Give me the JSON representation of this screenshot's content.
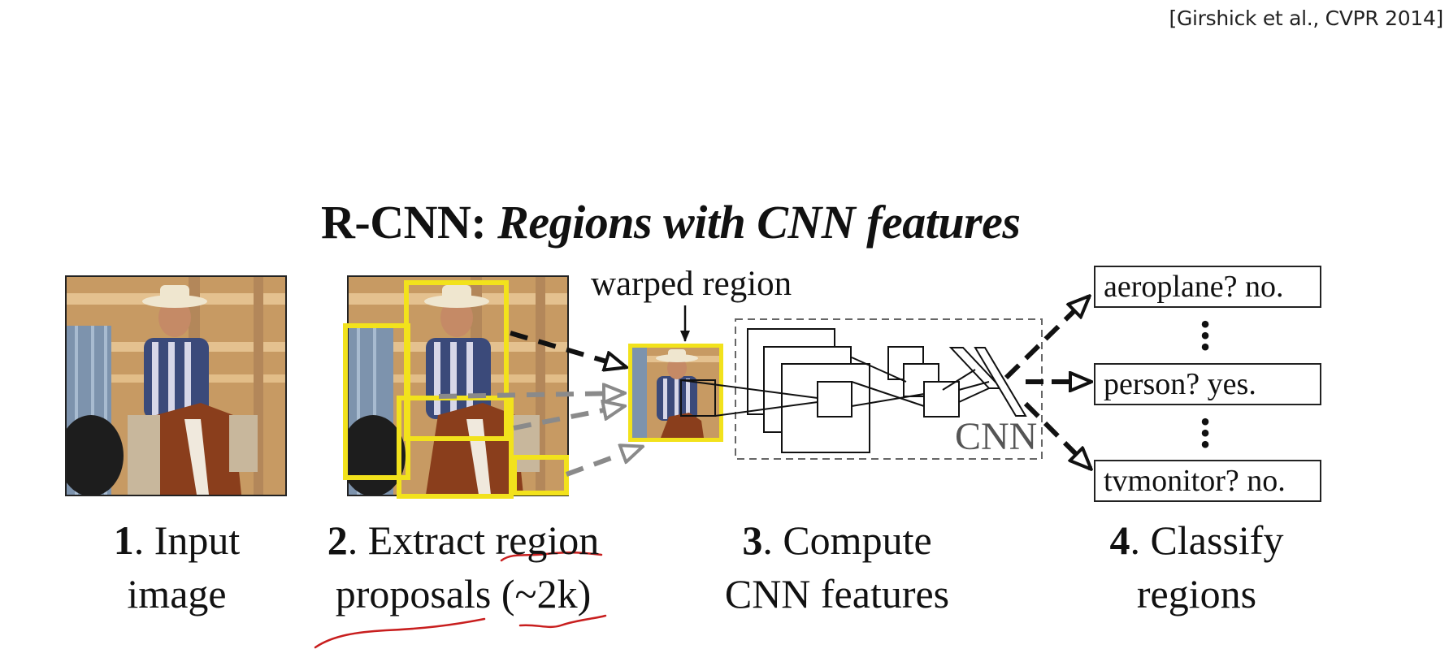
{
  "citation": "[Girshick et al., CVPR 2014]",
  "title": {
    "main": "R-CNN:",
    "italic": "Regions with CNN features"
  },
  "warped_label": "warped region",
  "cnn_label": "CNN",
  "steps": [
    {
      "num": "1",
      "line1": ". Input",
      "line2": "image"
    },
    {
      "num": "2",
      "line1": ". Extract region",
      "line2": "proposals (~2k)"
    },
    {
      "num": "3",
      "line1": ". Compute",
      "line2": "CNN features"
    },
    {
      "num": "4",
      "line1": ". Classify",
      "line2": "regions"
    }
  ],
  "classes": [
    "aeroplane? no.",
    "person? yes.",
    "tvmonitor? no."
  ],
  "colors": {
    "proposal": "#f2e21c",
    "annotation": "#c81e1e",
    "arrow": "#111111",
    "faded_arrow": "#8a8a8a"
  }
}
